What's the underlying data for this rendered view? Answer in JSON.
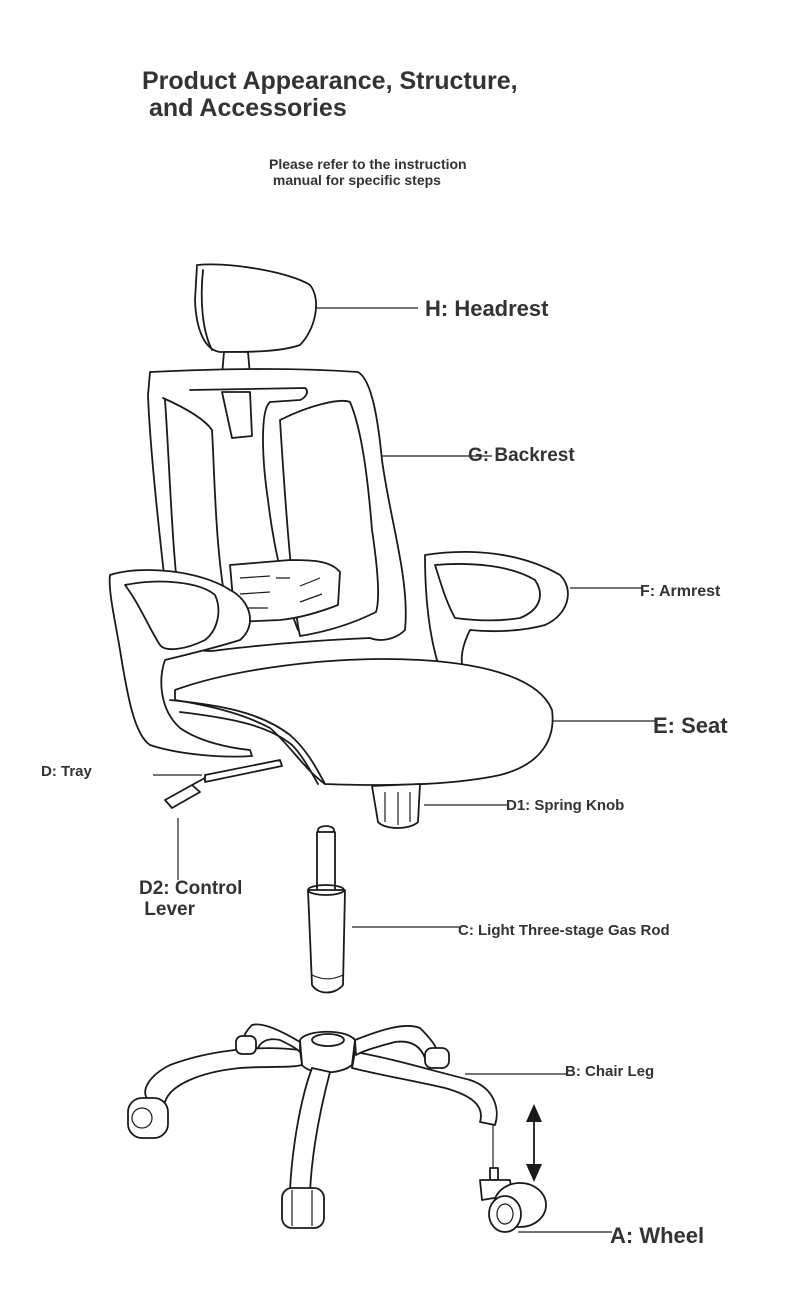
{
  "title": "Product Appearance, Structure,\n and Accessories",
  "subtitle": "Please refer to the instruction\n manual for specific steps",
  "labels": {
    "headrest": "H: Headrest",
    "backrest": "G: Backrest",
    "armrest": "F: Armrest",
    "seat": "E: Seat",
    "tray": "D: Tray",
    "spring_knob": "D1: Spring Knob",
    "control_lever": "D2: Control\n Lever",
    "gas_rod": "C: Light Three-stage Gas Rod",
    "chair_leg": "B: Chair Leg",
    "wheel": "A: Wheel"
  }
}
